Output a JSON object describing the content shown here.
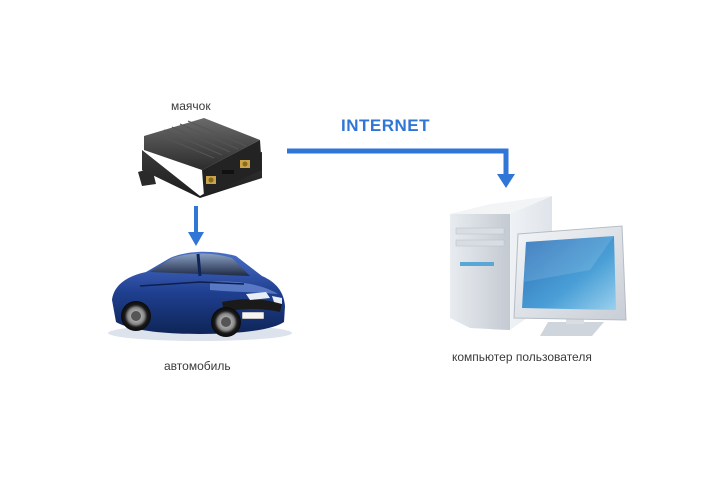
{
  "diagram": {
    "tracker_label": "маячок",
    "car_label": "автомобиль",
    "computer_label": "компьютер пользователя",
    "internet_label": "INTERNET"
  },
  "icons": {
    "tracker": "gps-tracker-device",
    "car": "blue-sedan-car",
    "computer": "desktop-computer-with-monitor"
  },
  "colors": {
    "arrow": "#2f76d6",
    "car_body": "#1f3f8f",
    "tracker_body": "#3a3a3a",
    "monitor_screen": "#4a9fd6"
  }
}
